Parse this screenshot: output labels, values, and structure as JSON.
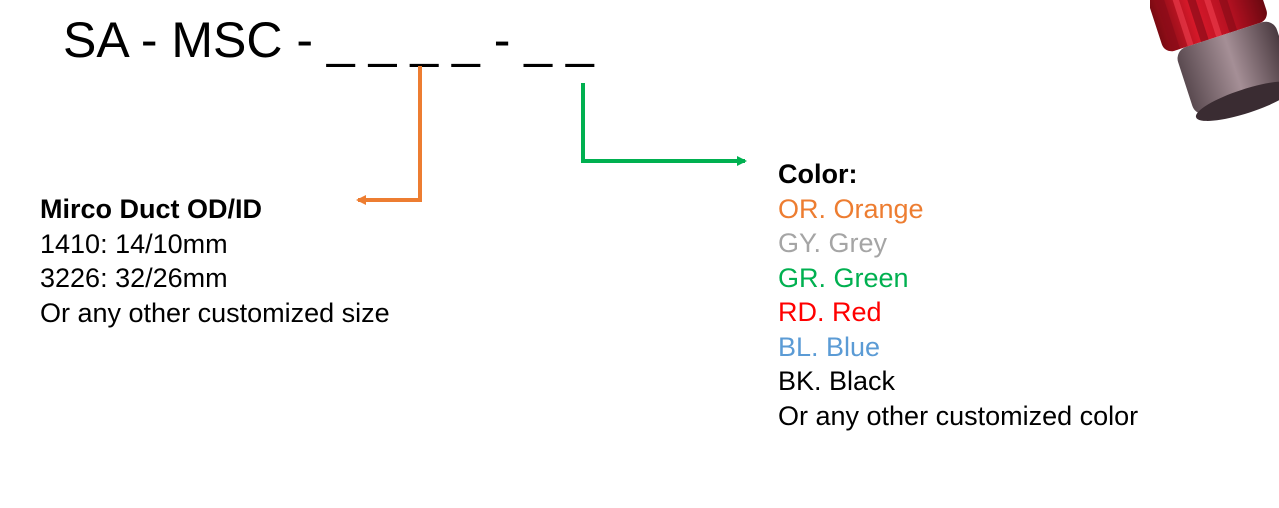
{
  "part_number": {
    "text": "SA - MSC - _ _ _ _ - _ _"
  },
  "size_info": {
    "heading": "Mirco Duct OD/ID",
    "lines": [
      "1410: 14/10mm",
      "3226: 32/26mm",
      "Or any other customized size"
    ],
    "arrow_color": "#ED7D31"
  },
  "color_info": {
    "heading": "Color:",
    "arrow_color": "#00B050",
    "options": [
      {
        "text": "OR. Orange",
        "color": "#ED7D31"
      },
      {
        "text": "GY. Grey",
        "color": "#A5A5A5"
      },
      {
        "text": "GR. Green",
        "color": "#00B050"
      },
      {
        "text": "RD. Red",
        "color": "#FF0000"
      },
      {
        "text": "BL. Blue",
        "color": "#5B9BD5"
      },
      {
        "text": "BK. Black",
        "color": "#000000"
      },
      {
        "text": "Or any other customized color",
        "color": "#000000"
      }
    ]
  },
  "product_image": {
    "icon": "duct-connector-photo"
  }
}
